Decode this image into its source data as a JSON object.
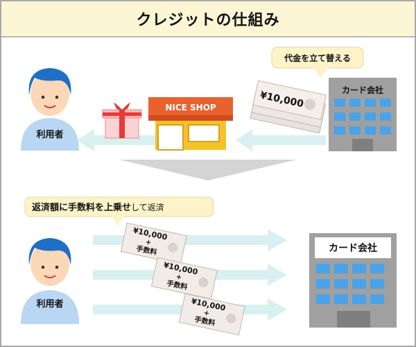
{
  "title": "クレジットの仕組み",
  "top": {
    "user_label": "利用者",
    "shop_sign": "NICE SHOP",
    "card_company_label": "カード会社",
    "advance_bubble": "代金を立て替える",
    "bill_amount": "¥10,000"
  },
  "bottom": {
    "repay_bubble_bold": "返済額に手数料を上乗せ",
    "repay_bubble_rest": "して返済",
    "user_label": "利用者",
    "card_company_label": "カード会社",
    "bill_amount": "¥10,000",
    "bill_plus": "+",
    "bill_fee": "手数料"
  },
  "colors": {
    "title_bg": "#fcf6d5",
    "bubble_bg": "#fcf3c8",
    "arrow": "#d8f0f0",
    "building": "#a0a0a0",
    "window": "#4aa3e8",
    "shop_roof": "#e8622e",
    "shop_wall": "#f5c22a",
    "shirt": "#b9d6f2",
    "hair": "#1f6fc4",
    "skin": "#fcd8b8",
    "bill": "#f1ece8"
  }
}
